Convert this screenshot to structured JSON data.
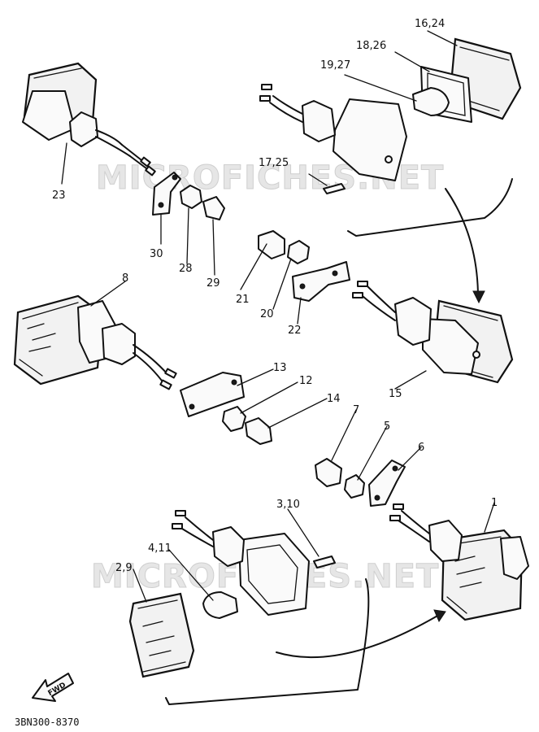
{
  "watermarks": [
    "MICROFICHES.NET",
    "MICROFICHES.NET"
  ],
  "callouts": {
    "c16_24": "16,24",
    "c18_26": "18,26",
    "c19_27": "19,27",
    "c17_25": "17,25",
    "c23": "23",
    "c30": "30",
    "c28": "28",
    "c29": "29",
    "c21": "21",
    "c20": "20",
    "c22": "22",
    "c8": "8",
    "c15": "15",
    "c13": "13",
    "c12": "12",
    "c14": "14",
    "c7": "7",
    "c5": "5",
    "c6": "6",
    "c3_10": "3,10",
    "c4_11": "4,11",
    "c2_9": "2,9",
    "c1": "1"
  },
  "fwd_label": "FWD",
  "diagram_code": "3BN300-8370"
}
